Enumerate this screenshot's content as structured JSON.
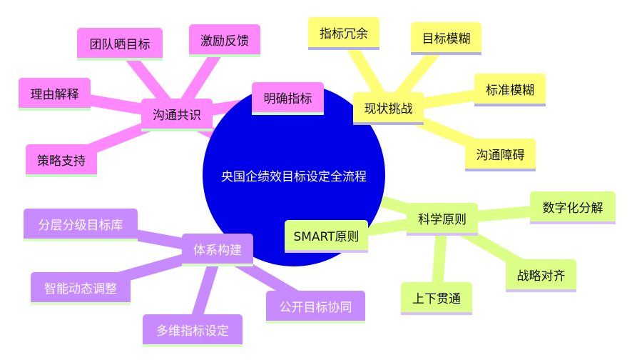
{
  "title": "央国企绩效目标设定全流程",
  "colors": {
    "center": "#0000e6",
    "pink": "#ff88ff",
    "yellow": "#ffff77",
    "green": "#dcff88",
    "purple": "#c88aff"
  },
  "branches": {
    "communication": {
      "label": "沟通共识",
      "children": [
        "团队晒目标",
        "激励反馈",
        "理由解释",
        "策略支持",
        "明确指标"
      ]
    },
    "challenges": {
      "label": "现状挑战",
      "children": [
        "指标冗余",
        "目标模糊",
        "标准模糊",
        "沟通障碍"
      ]
    },
    "principles": {
      "label": "科学原则",
      "children": [
        "SMART原则",
        "数字化分解",
        "战略对齐",
        "上下贯通"
      ]
    },
    "system": {
      "label": "体系构建",
      "children": [
        "分层分级目标库",
        "智能动态调整",
        "多维指标设定",
        "公开目标协同"
      ]
    }
  }
}
